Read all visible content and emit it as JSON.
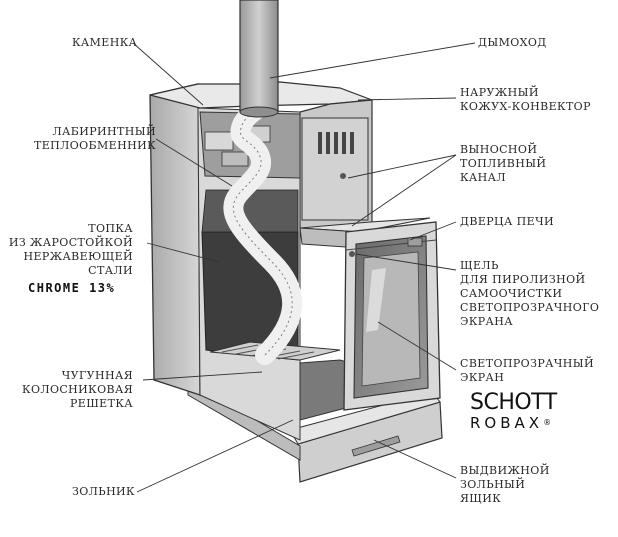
{
  "labels": {
    "kamenka": "КАМЕНКА",
    "labyrinth": "ЛАБИРИНТНЫЙ\nТЕПЛООБМЕННИК",
    "firebox": "ТОПКА\nИЗ ЖАРОСТОЙКОЙ\nНЕРЖАВЕЮЩЕЙ\nСТАЛИ",
    "chrome": "CHROME 13%",
    "grate": "ЧУГУННАЯ\nКОЛОСНИКОВАЯ\nРЕШЕТКА",
    "ashpit": "ЗОЛЬНИК",
    "chimney": "ДЫМОХОД",
    "casing": "НАРУЖНЫЙ\nКОЖУХ-КОНВЕКТОР",
    "fuel_channel": "ВЫНОСНОЙ\nТОПЛИВНЫЙ\nКАНАЛ",
    "door": "ДВЕРЦА ПЕЧИ",
    "slot": "ЩЕЛЬ\nДЛЯ ПИРОЛИЗНОЙ\nСАМООЧИСТКИ\nСВЕТОПРОЗРАЧНОГО\nЭКРАНА",
    "screen": "СВЕТОПРОЗРАЧНЫЙ\nЭКРАН",
    "brand_line1": "SCHOTT",
    "brand_line2": "ROBAX",
    "brand_reg": "®",
    "ash_drawer": "ВЫДВИЖНОЙ\nЗОЛЬНЫЙ\nЯЩИК"
  },
  "colors": {
    "ink": "#2a2a2a",
    "body_light": "#dedede",
    "body_mid": "#bdbdbd",
    "body_dark": "#8f8f8f",
    "cavity": "#3a3a3a",
    "flame": "#e8e8e8"
  }
}
